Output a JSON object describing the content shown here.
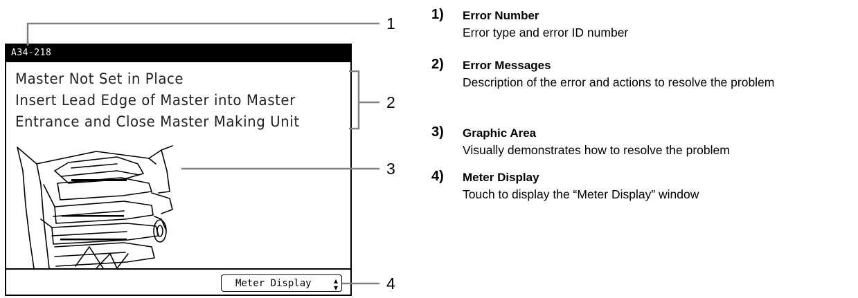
{
  "panel": {
    "error_code": "A34-218",
    "messages": [
      "Master Not Set in Place",
      "Insert Lead Edge of Master into Master",
      "Entrance and Close Master Making Unit"
    ],
    "meter_button_label": "Meter Display"
  },
  "callouts": [
    "1",
    "2",
    "3",
    "4"
  ],
  "legend": [
    {
      "num": "1)",
      "title": "Error Number",
      "desc": "Error type and error ID number"
    },
    {
      "num": "2)",
      "title": "Error Messages",
      "desc": "Description of the error and actions to resolve the problem"
    },
    {
      "num": "3)",
      "title": "Graphic Area",
      "desc": "Visually demonstrates how to resolve the problem"
    },
    {
      "num": "4)",
      "title": "Meter Display",
      "desc": "Touch to display the “Meter Display” window"
    }
  ]
}
